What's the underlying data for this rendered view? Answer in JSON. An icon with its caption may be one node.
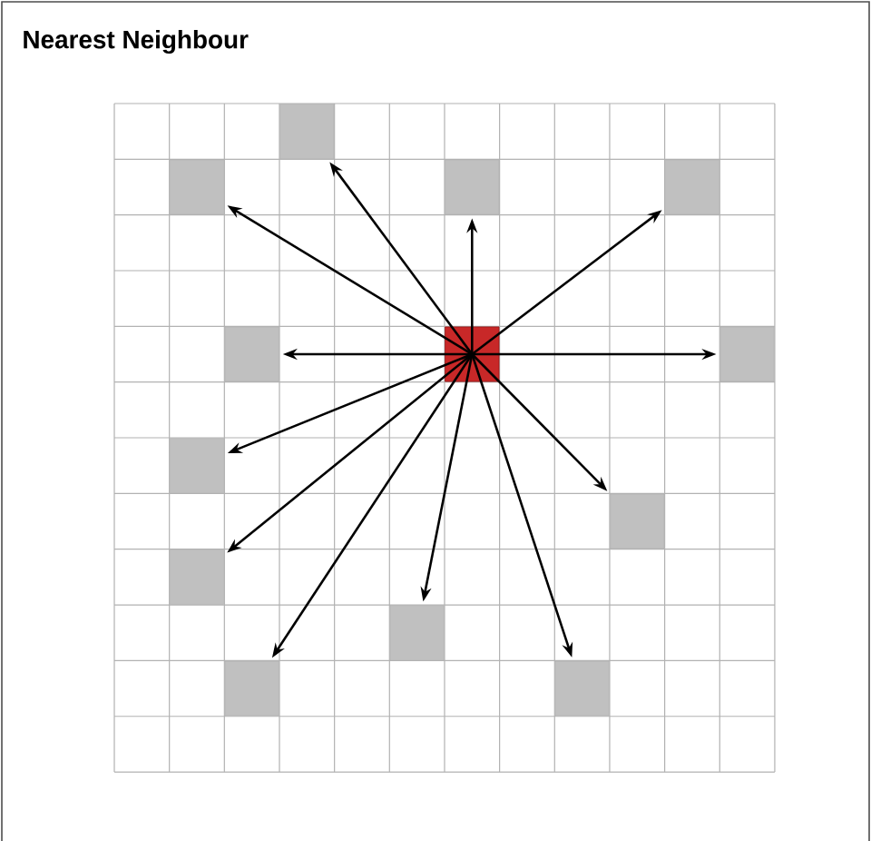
{
  "diagram": {
    "title": "Nearest Neighbour",
    "nodes": [
      {
        "text": [],
        "shape": "box"
      },
      {
        "text": [],
        "shape": "box"
      },
      {
        "text": [],
        "shape": "box"
      },
      {
        "text": [],
        "shape": "box"
      },
      {
        "text": [],
        "shape": "box"
      },
      {
        "text": [],
        "shape": "box"
      },
      {
        "text": [],
        "shape": "box"
      },
      {
        "text": [],
        "shape": "box"
      },
      {
        "text": [],
        "shape": "box"
      },
      {
        "text": [],
        "shape": "box"
      },
      {
        "text": [],
        "shape": "box"
      },
      {
        "text": [],
        "shape": "box"
      },
      {
        "text": [],
        "shape": "box"
      }
    ],
    "edges": [
      {
        "from": 5,
        "to": 0,
        "arrow": "to"
      },
      {
        "from": 5,
        "to": 1,
        "arrow": "to"
      },
      {
        "from": 5,
        "to": 2,
        "arrow": "to"
      },
      {
        "from": 5,
        "to": 3,
        "arrow": "to"
      },
      {
        "from": 5,
        "to": 4,
        "arrow": "to"
      },
      {
        "from": 5,
        "to": 6,
        "arrow": "to"
      },
      {
        "from": 5,
        "to": 7,
        "arrow": "to"
      },
      {
        "from": 5,
        "to": 8,
        "arrow": "to"
      },
      {
        "from": 5,
        "to": 9,
        "arrow": "to"
      },
      {
        "from": 5,
        "to": 10,
        "arrow": "to"
      },
      {
        "from": 5,
        "to": 11,
        "arrow": "to"
      },
      {
        "from": 5,
        "to": 12,
        "arrow": "to"
      }
    ]
  }
}
